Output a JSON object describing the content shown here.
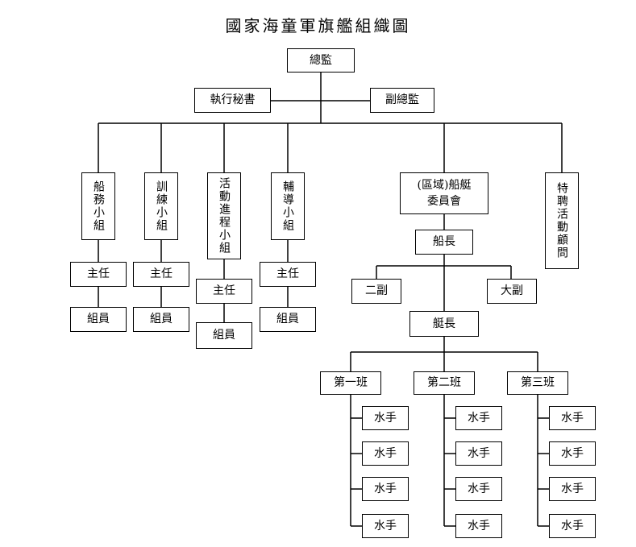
{
  "title": "國家海童軍旗艦組織圖",
  "nodes": {
    "director": "總監",
    "exec_secretary": "執行秘書",
    "deputy_director": "副總監",
    "ship_affairs_group": "船務小組",
    "training_group": "訓練小組",
    "activity_progress_group": "活動進程小組",
    "guidance_group": "輔導小組",
    "committee_line1": "(區域)船艇",
    "committee_line2": "委員會",
    "special_advisor": "特聘活動顧問",
    "captain": "船長",
    "second_mate": "二副",
    "first_mate": "大副",
    "boat_leader": "艇長",
    "squad_1": "第一班",
    "squad_2": "第二班",
    "squad_3": "第三班",
    "supervisor": "主任",
    "member": "組員",
    "sailor": "水手"
  }
}
